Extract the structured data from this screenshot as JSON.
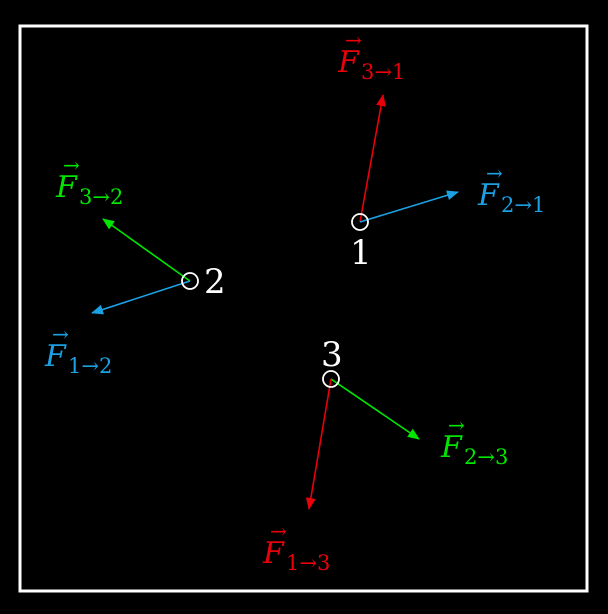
{
  "diagram": {
    "colors": {
      "background": "#000000",
      "frame": "#ffffff",
      "node": "#ffffff",
      "red": "#e8000b",
      "blue": "#1ba1e2",
      "green": "#00e600"
    },
    "nodes": [
      {
        "id": "1",
        "label": "1"
      },
      {
        "id": "2",
        "label": "2"
      },
      {
        "id": "3",
        "label": "3"
      }
    ],
    "forces": [
      {
        "id": "F31",
        "symbol": "F",
        "subscript": "3→1",
        "color": "red"
      },
      {
        "id": "F21",
        "symbol": "F",
        "subscript": "2→1",
        "color": "blue"
      },
      {
        "id": "F32",
        "symbol": "F",
        "subscript": "3→2",
        "color": "green"
      },
      {
        "id": "F12",
        "symbol": "F",
        "subscript": "1→2",
        "color": "blue"
      },
      {
        "id": "F23",
        "symbol": "F",
        "subscript": "2→3",
        "color": "green"
      },
      {
        "id": "F13",
        "symbol": "F",
        "subscript": "1→3",
        "color": "red"
      }
    ]
  }
}
